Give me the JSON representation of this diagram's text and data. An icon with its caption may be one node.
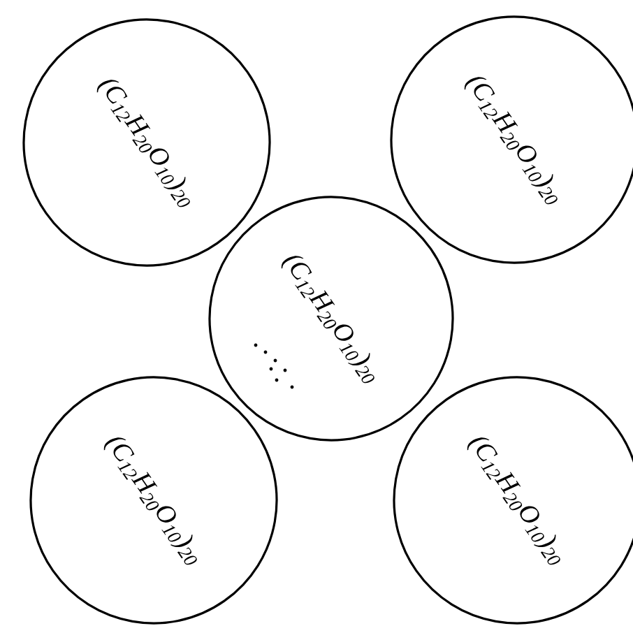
{
  "diagram": {
    "nodes": [
      {
        "text": [
          "(C$_{12}$H$_{20}$O$_{10}$)$_{20}$"
        ]
      },
      {
        "text": [
          "(C$_{12}$H$_{20}$O$_{10}$)$_{20}$"
        ]
      },
      {
        "text": [
          "(C$_{12}$H$_{20}$O$_{10}$)$_{20}$"
        ]
      },
      {
        "text": [
          "(C$_{12}$H$_{20}$O$_{10}$)$_{20}$"
        ]
      },
      {
        "text": [
          "(C$_{12}$H$_{20}$O$_{10}$)$_{20}$"
        ]
      }
    ]
  }
}
